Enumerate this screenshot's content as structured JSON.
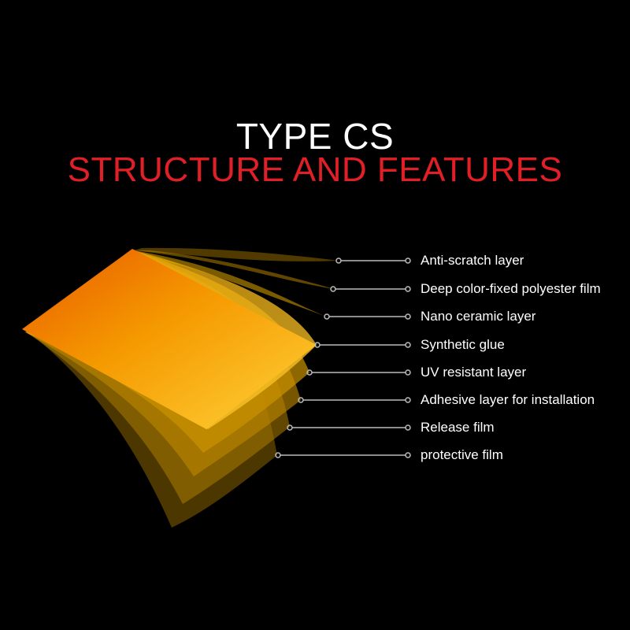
{
  "title": {
    "line1": "TYPE CS",
    "line2": "STRUCTURE AND FEATURES"
  },
  "colors": {
    "background": "#000000",
    "title_primary": "#ffffff",
    "title_accent": "#e01f26",
    "film_top": "#f08a00",
    "film_mid": "#f5b000",
    "film_deep": "#c98a00",
    "leader_line": "#bbbbbb"
  },
  "layers": [
    {
      "label": "Anti-scratch layer"
    },
    {
      "label": "Deep color-fixed polyester film"
    },
    {
      "label": "Nano ceramic layer"
    },
    {
      "label": "Synthetic glue"
    },
    {
      "label": "UV resistant layer"
    },
    {
      "label": "Adhesive layer for installation"
    },
    {
      "label": "Release film"
    },
    {
      "label": "protective film"
    }
  ]
}
